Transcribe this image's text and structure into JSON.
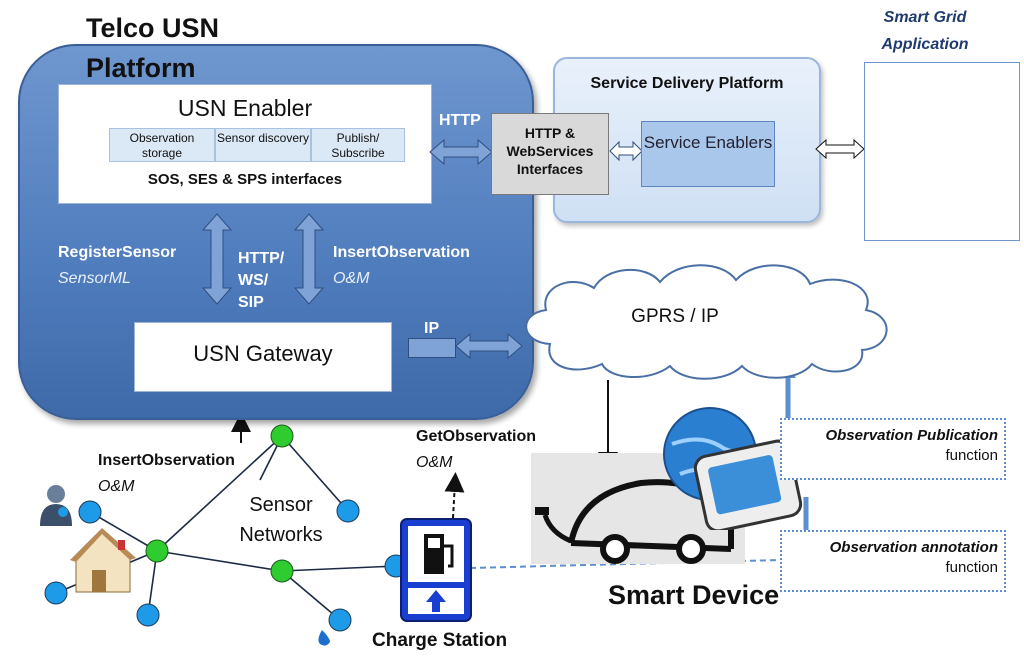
{
  "platform": {
    "title": "Telco USN Platform",
    "enabler": {
      "title": "USN Enabler",
      "modules": [
        "Observation storage",
        "Sensor discovery",
        "Publish/ Subscribe"
      ],
      "interfaces": "SOS, SES & SPS interfaces"
    },
    "register_sensor": "RegisterSensor",
    "sensorml": "SensorML",
    "http_ws_sip": "HTTP/ WS/ SIP",
    "insert_observation": "InsertObservation",
    "om": "O&M",
    "gateway": "USN Gateway",
    "ip": "IP",
    "http": "HTTP"
  },
  "sdp": {
    "title": "Service Delivery Platform",
    "http_interfaces": "HTTP & WebServices Interfaces",
    "service_enablers": "Service Enablers"
  },
  "smart_grid": {
    "title": "Smart Grid Application"
  },
  "cloud": {
    "label": "GPRS / IP"
  },
  "sensor": {
    "insert_observation": "InsertObservation",
    "om": "O&M",
    "networks": "Sensor Networks"
  },
  "charge": {
    "get_observation": "GetObservation",
    "om": "O&M",
    "label": "Charge Station"
  },
  "device": {
    "label": "Smart Device",
    "publication_title": "Observation Publication",
    "publication_sub": "function",
    "annotation_title": "Observation annotation",
    "annotation_sub": "function"
  },
  "colors": {
    "platform": "#4f7cbd",
    "node_green": "#2ecc2e",
    "node_blue": "#1e9be8",
    "charge_blue": "#1a3fd0"
  }
}
